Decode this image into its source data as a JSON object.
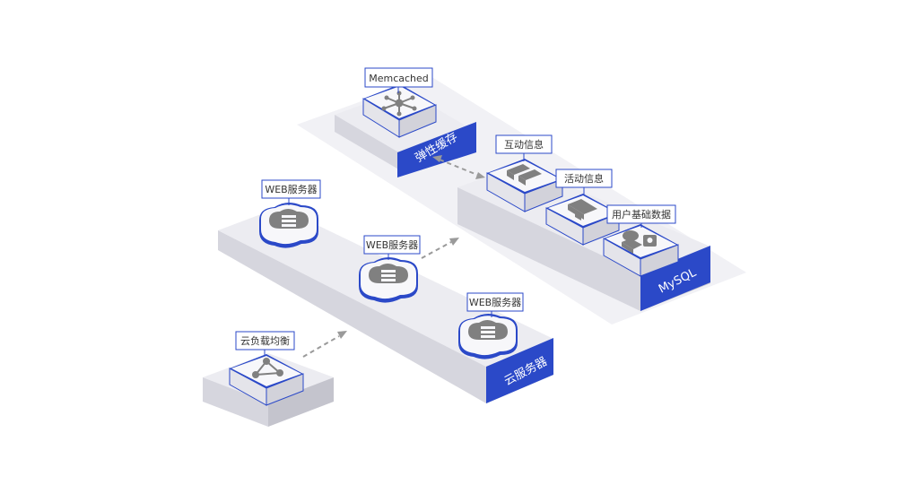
{
  "colors": {
    "accent": "#2b49c8",
    "slab_top": "#ececf1",
    "slab_left": "#d6d6de",
    "slab_right": "#c4c4cd",
    "tile_top": "#f7f7fa",
    "icon_gray": "#808080",
    "arrow_gray": "#9a9a9a"
  },
  "labels": {
    "memcached": "Memcached",
    "elastic_cache": "弹性缓存",
    "interaction_info": "互动信息",
    "activity_info": "活动信息",
    "user_basic_data": "用户基础数据",
    "mysql": "MySQL",
    "web_server_1": "WEB服务器",
    "web_server_2": "WEB服务器",
    "web_server_3": "WEB服务器",
    "cloud_server": "云服务器",
    "cloud_load_balancer": "云负载均衡"
  },
  "icons": {
    "memcached": "network-hub-icon",
    "interaction_info": "chat-bubbles-icon",
    "activity_info": "megaphone-icon",
    "user_basic_data": "user-profile-icon",
    "web_server": "server-cloud-icon",
    "load_balancer": "share-nodes-icon"
  }
}
